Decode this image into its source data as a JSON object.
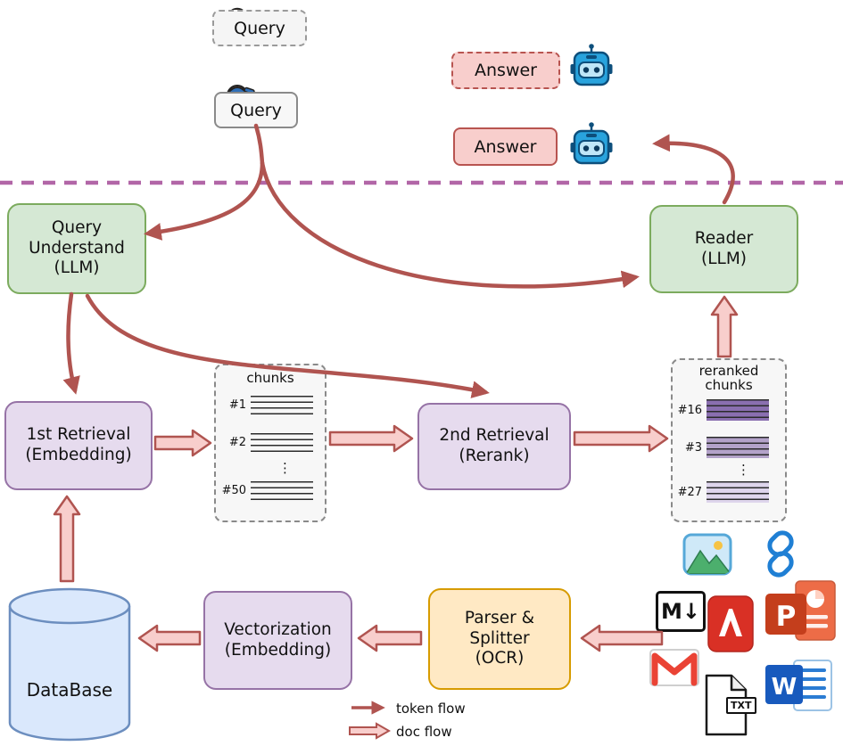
{
  "top": {
    "query_draft": "Query",
    "query_final": "Query",
    "answer_draft": "Answer",
    "answer_final": "Answer"
  },
  "pipeline": {
    "query_understand": "Query\nUnderstand\n(LLM)",
    "reader": "Reader\n(LLM)",
    "first_retrieval": "1st Retrieval\n(Embedding)",
    "second_retrieval": "2nd Retrieval\n(Rerank)",
    "vectorization": "Vectorization\n(Embedding)",
    "parser": "Parser &\nSplitter\n(OCR)",
    "database": "DataBase"
  },
  "chunks_box": {
    "title": "chunks",
    "items": [
      "#1",
      "#2",
      "#50"
    ],
    "ellipsis": "⋮"
  },
  "reranked_box": {
    "title": "reranked\nchunks",
    "items": [
      "#16",
      "#3",
      "#27"
    ],
    "ellipsis": "⋮",
    "highlight_colors": [
      "#8a6fb0",
      "#b3a2c9",
      "#ded5ec"
    ]
  },
  "legend": {
    "token": "token flow",
    "doc": "doc flow"
  },
  "icons": {
    "markdown": "M↓",
    "txt": "TXT",
    "word_letter": "W",
    "ppt_letter": "P"
  },
  "colors": {
    "token_arrow": "#b05450",
    "doc_arrow_fill": "#f8cecc",
    "divider": "#b266a7",
    "green_fill": "#d5e8d4",
    "green_border": "#7cab5e",
    "purple_fill": "#e6dbee",
    "purple_border": "#9673a6",
    "orange_fill": "#ffe9c4",
    "orange_border": "#d79b00",
    "answer_fill": "#f8cecc",
    "answer_border": "#b85450",
    "database_fill": "#dae8fc",
    "database_border": "#6c8ebf"
  }
}
